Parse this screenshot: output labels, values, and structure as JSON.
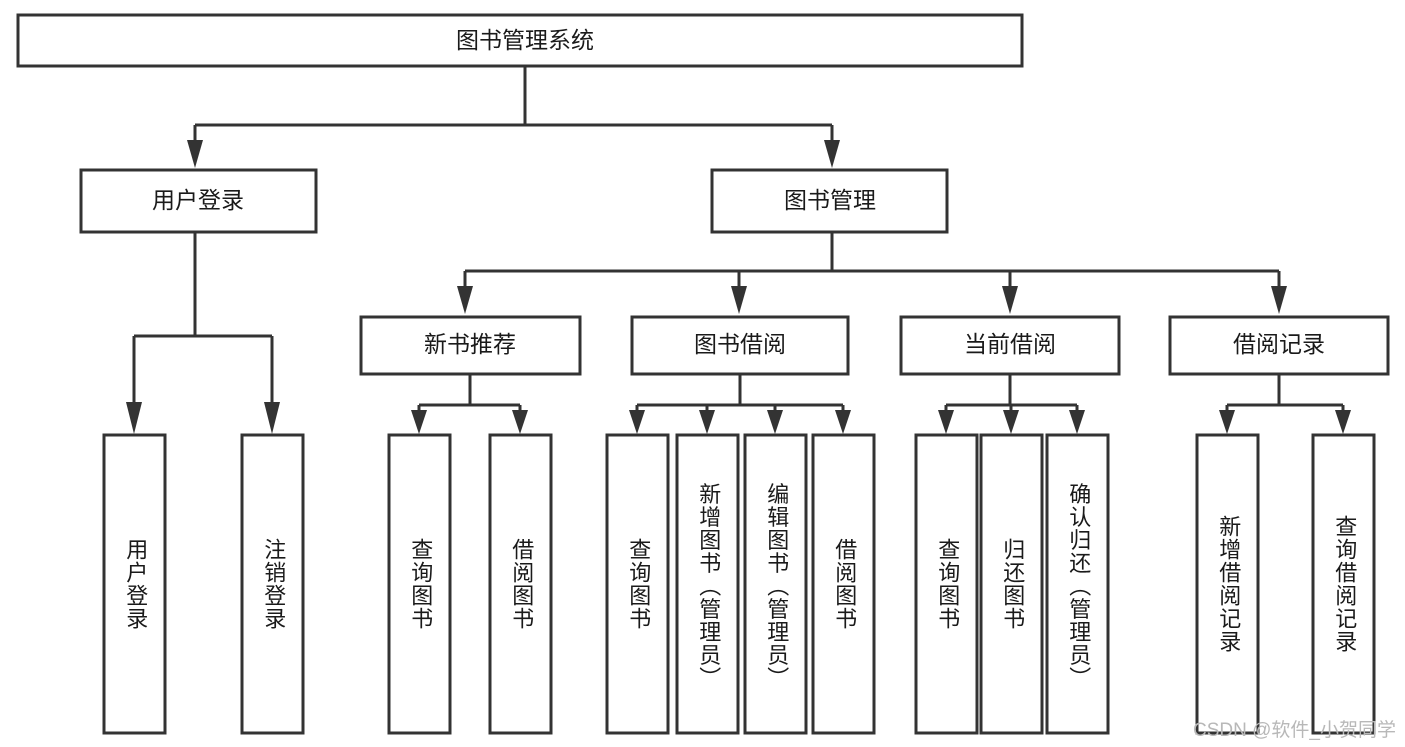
{
  "diagram": {
    "title": "图书管理系统",
    "type": "tree",
    "orientation": "top-down",
    "colors": {
      "box_stroke": "#333333",
      "box_fill": "#ffffff",
      "text": "#1a1a1a",
      "background": "#ffffff",
      "watermark": "#b8b8b8"
    },
    "root": {
      "label": "图书管理系统"
    },
    "level2": [
      {
        "id": "user-login",
        "label": "用户登录"
      },
      {
        "id": "book-manage",
        "label": "图书管理"
      }
    ],
    "level3": [
      {
        "id": "new-book-recommend",
        "label": "新书推荐",
        "parent": "book-manage"
      },
      {
        "id": "book-borrow",
        "label": "图书借阅",
        "parent": "book-manage"
      },
      {
        "id": "current-borrow",
        "label": "当前借阅",
        "parent": "book-manage"
      },
      {
        "id": "borrow-record",
        "label": "借阅记录",
        "parent": "book-manage"
      }
    ],
    "leaves": {
      "user-login": [
        {
          "id": "leaf-user-login",
          "label": "用户登录"
        },
        {
          "id": "leaf-logout-login",
          "label": "注销登录"
        }
      ],
      "new-book-recommend": [
        {
          "id": "leaf-query-book-1",
          "label": "查询图书"
        },
        {
          "id": "leaf-borrow-book-1",
          "label": "借阅图书"
        }
      ],
      "book-borrow": [
        {
          "id": "leaf-query-book-2",
          "label": "查询图书"
        },
        {
          "id": "leaf-add-book",
          "label": "新增图书（管理员）"
        },
        {
          "id": "leaf-edit-book",
          "label": "编辑图书（管理员）"
        },
        {
          "id": "leaf-borrow-book-2",
          "label": "借阅图书"
        }
      ],
      "current-borrow": [
        {
          "id": "leaf-query-book-3",
          "label": "查询图书"
        },
        {
          "id": "leaf-return-book",
          "label": "归还图书"
        },
        {
          "id": "leaf-confirm-return",
          "label": "确认归还（管理员）"
        }
      ],
      "borrow-record": [
        {
          "id": "leaf-add-record",
          "label": "新增借阅记录"
        },
        {
          "id": "leaf-query-record",
          "label": "查询借阅记录"
        }
      ]
    }
  },
  "watermark": {
    "text": "CSDN @软件_小贺同学"
  }
}
